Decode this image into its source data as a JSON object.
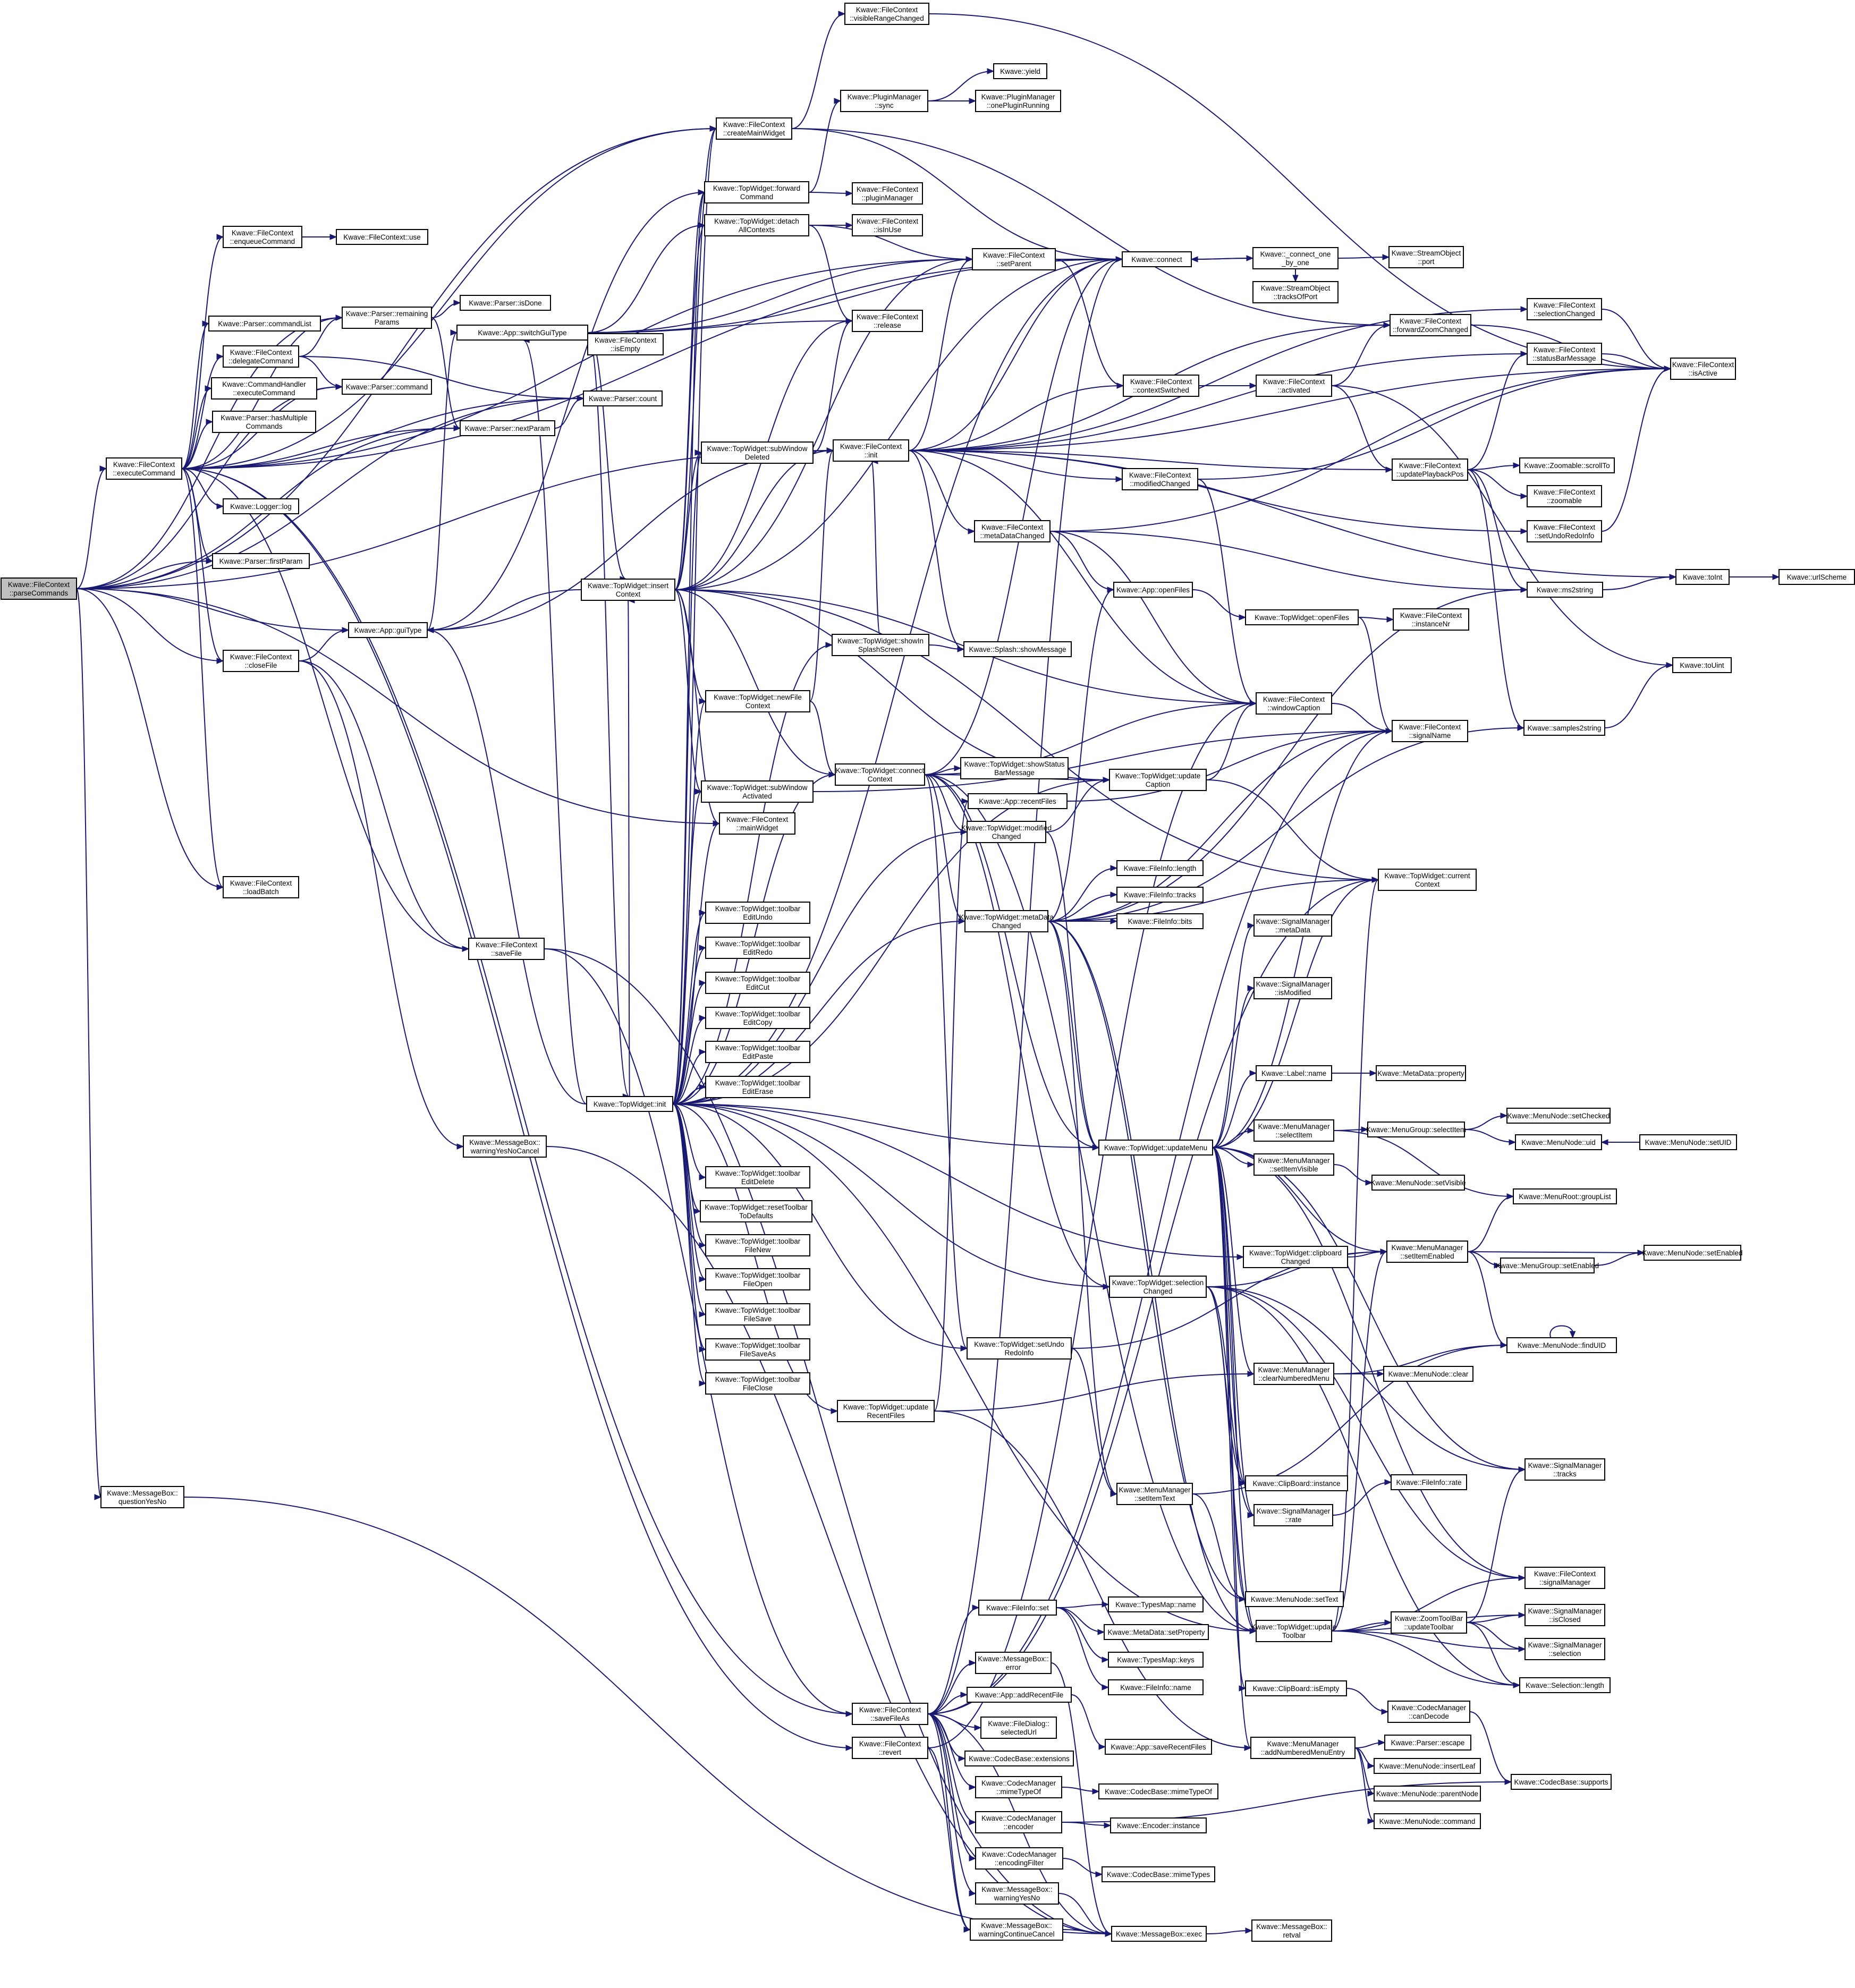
{
  "colors": {
    "edge": "#191970",
    "node_border": "#000000",
    "root_fill": "#bfbfbf",
    "background": "#ffffff"
  },
  "nodes": {
    "n0": "Kwave::FileContext\n::parseCommands",
    "n1": "Kwave::FileContext\n::executeCommand",
    "n2": "Kwave::FileContext\n::enqueueCommand",
    "n3": "Kwave::FileContext::use",
    "n4": "Kwave::Parser::commandList",
    "n5": "Kwave::FileContext\n::delegateCommand",
    "n6": "Kwave::CommandHandler\n::executeCommand",
    "n7": "Kwave::Parser::hasMultiple\nCommands",
    "n8": "Kwave::Logger::log",
    "n9": "Kwave::Parser::firstParam",
    "n10": "Kwave::FileContext\n::closeFile",
    "n11": "Kwave::FileContext\n::loadBatch",
    "n12": "Kwave::MessageBox::\nquestionYesNo",
    "n13": "Kwave::Parser::remaining\nParams",
    "n14": "Kwave::Parser::isDone",
    "n15": "Kwave::Parser::command",
    "n16": "Kwave::Parser::count",
    "n17": "Kwave::Parser::nextParam",
    "n18": "Kwave::App::switchGuiType",
    "n19": "Kwave::FileContext\n::isEmpty",
    "n20": "Kwave::App::guiType",
    "n21": "Kwave::FileContext\n::saveFile",
    "n22": "Kwave::MessageBox::\nwarningYesNoCancel",
    "n23": "Kwave::TopWidget::insert\nContext",
    "n24": "Kwave::TopWidget::init",
    "n25": "Kwave::FileContext\n::visibleRangeChanged",
    "n26": "Kwave::FileContext\n::createMainWidget",
    "n27": "Kwave::TopWidget::forward\nCommand",
    "n28": "Kwave::TopWidget::detach\nAllContexts",
    "n29": "Kwave::TopWidget::subWindow\nDeleted",
    "n30": "Kwave::TopWidget::newFile\nContext",
    "n31": "Kwave::TopWidget::subWindow\nActivated",
    "n32": "Kwave::FileContext\n::mainWidget",
    "n33": "Kwave::TopWidget::toolbar\nEditUndo",
    "n34": "Kwave::TopWidget::toolbar\nEditRedo",
    "n35": "Kwave::TopWidget::toolbar\nEditCut",
    "n36": "Kwave::TopWidget::toolbar\nEditCopy",
    "n37": "Kwave::TopWidget::toolbar\nEditPaste",
    "n38": "Kwave::TopWidget::toolbar\nEditErase",
    "n39": "Kwave::TopWidget::toolbar\nEditDelete",
    "n40": "Kwave::TopWidget::resetToolbar\nToDefaults",
    "n41": "Kwave::TopWidget::toolbar\nFileNew",
    "n42": "Kwave::TopWidget::toolbar\nFileOpen",
    "n43": "Kwave::TopWidget::toolbar\nFileSave",
    "n44": "Kwave::TopWidget::toolbar\nFileSaveAs",
    "n45": "Kwave::TopWidget::toolbar\nFileClose",
    "n46": "Kwave::PluginManager\n::sync",
    "n47": "Kwave::yield",
    "n48": "Kwave::PluginManager\n::onePluginRunning",
    "n49": "Kwave::FileContext\n::pluginManager",
    "n50": "Kwave::FileContext\n::isInUse",
    "n51": "Kwave::FileContext\n::setParent",
    "n52": "Kwave::FileContext\n::release",
    "n53": "Kwave::FileContext\n::init",
    "n54": "Kwave::TopWidget::showIn\nSplashScreen",
    "n55": "Kwave::Splash::showMessage",
    "n56": "Kwave::TopWidget::connect\nContext",
    "n57": "Kwave::TopWidget::showStatus\nBarMessage",
    "n58": "Kwave::App::recentFiles",
    "n59": "Kwave::TopWidget::modified\nChanged",
    "n60": "Kwave::TopWidget::metaData\nChanged",
    "n61": "Kwave::FileContext\n::metaDataChanged",
    "n62": "Kwave::connect",
    "n63": "Kwave::_connect_one\n_by_one",
    "n64": "Kwave::StreamObject\n::port",
    "n65": "Kwave::StreamObject\n::tracksOfPort",
    "n66": "Kwave::FileContext\n::contextSwitched",
    "n67": "Kwave::FileContext\n::activated",
    "n68": "Kwave::FileContext\n::modifiedChanged",
    "n69": "Kwave::App::openFiles",
    "n70": "Kwave::TopWidget::openFiles",
    "n71": "Kwave::FileContext\n::instanceNr",
    "n72": "Kwave::FileContext\n::windowCaption",
    "n73": "Kwave::FileContext\n::signalName",
    "n74": "Kwave::TopWidget::update\nCaption",
    "n75": "Kwave::TopWidget::current\nContext",
    "n76": "Kwave::FileInfo::length",
    "n77": "Kwave::FileInfo::tracks",
    "n78": "Kwave::FileInfo::bits",
    "n79": "Kwave::FileContext\n::forwardZoomChanged",
    "n80": "Kwave::FileContext\n::selectionChanged",
    "n81": "Kwave::FileContext\n::statusBarMessage",
    "n82": "Kwave::FileContext\n::isActive",
    "n83": "Kwave::FileContext\n::updatePlaybackPos",
    "n84": "Kwave::Zoomable::scrollTo",
    "n85": "Kwave::FileContext\n::zoomable",
    "n86": "Kwave::FileContext\n::setUndoRedoInfo",
    "n87": "Kwave::ms2string",
    "n88": "Kwave::toInt",
    "n89": "Kwave::urlScheme",
    "n90": "Kwave::toUint",
    "n91": "Kwave::samples2string",
    "n92": "Kwave::SignalManager\n::metaData",
    "n93": "Kwave::SignalManager\n::isModified",
    "n94": "Kwave::Label::name",
    "n95": "Kwave::MetaData::property",
    "n96": "Kwave::TopWidget::updateMenu",
    "n97": "Kwave::MenuManager\n::selectItem",
    "n98": "Kwave::MenuGroup::selectItem",
    "n99": "Kwave::MenuNode::setChecked",
    "n100": "Kwave::MenuNode::uid",
    "n101": "Kwave::MenuNode::setUID",
    "n102": "Kwave::MenuManager\n::setItemVisible",
    "n103": "Kwave::MenuNode::setVisible",
    "n104": "Kwave::MenuRoot::groupList",
    "n105": "Kwave::TopWidget::clipboard\nChanged",
    "n106": "Kwave::MenuManager\n::setItemEnabled",
    "n107": "Kwave::MenuGroup::setEnabled",
    "n108": "Kwave::MenuNode::setEnabled",
    "n109": "Kwave::TopWidget::selection\nChanged",
    "n110": "Kwave::TopWidget::setUndo\nRedoInfo",
    "n111": "Kwave::MenuNode::findUID",
    "n112": "Kwave::MenuManager\n::clearNumberedMenu",
    "n113": "Kwave::MenuNode::clear",
    "n114": "Kwave::TopWidget::update\nRecentFiles",
    "n115": "Kwave::MenuManager\n::setItemText",
    "n116": "Kwave::ClipBoard::instance",
    "n117": "Kwave::SignalManager\n::rate",
    "n118": "Kwave::FileInfo::rate",
    "n119": "Kwave::SignalManager\n::tracks",
    "n120": "Kwave::MenuNode::setText",
    "n121": "Kwave::TopWidget::update\nToolbar",
    "n122": "Kwave::ZoomToolBar\n::updateToolbar",
    "n123": "Kwave::FileContext\n::signalManager",
    "n124": "Kwave::SignalManager\n::isClosed",
    "n125": "Kwave::SignalManager\n::selection",
    "n126": "Kwave::Selection::length",
    "n127": "Kwave::FileInfo::set",
    "n128": "Kwave::TypesMap::name",
    "n129": "Kwave::MetaData::setProperty",
    "n130": "Kwave::TypesMap::keys",
    "n131": "Kwave::FileInfo::name",
    "n132": "Kwave::MessageBox::\nerror",
    "n133": "Kwave::ClipBoard::isEmpty",
    "n134": "Kwave::CodecManager\n::canDecode",
    "n135": "Kwave::FileContext\n::saveFileAs",
    "n136": "Kwave::FileContext\n::revert",
    "n137": "Kwave::App::addRecentFile",
    "n138": "Kwave::FileDialog::\nselectedUrl",
    "n139": "Kwave::App::saveRecentFiles",
    "n140": "Kwave::CodecBase::extensions",
    "n141": "Kwave::CodecManager\n::mimeTypeOf",
    "n142": "Kwave::CodecBase::mimeTypeOf",
    "n143": "Kwave::CodecManager\n::encoder",
    "n144": "Kwave::Encoder::instance",
    "n145": "Kwave::CodecManager\n::encodingFilter",
    "n146": "Kwave::CodecBase::mimeTypes",
    "n147": "Kwave::MessageBox::\nwarningYesNo",
    "n148": "Kwave::MessageBox::\nwarningContinueCancel",
    "n149": "Kwave::MessageBox::exec",
    "n150": "Kwave::MessageBox::\nretval",
    "n151": "Kwave::MenuManager\n::addNumberedMenuEntry",
    "n152": "Kwave::Parser::escape",
    "n153": "Kwave::MenuNode::insertLeaf",
    "n154": "Kwave::MenuNode::parentNode",
    "n155": "Kwave::MenuNode::command",
    "n156": "Kwave::CodecBase::supports"
  }
}
